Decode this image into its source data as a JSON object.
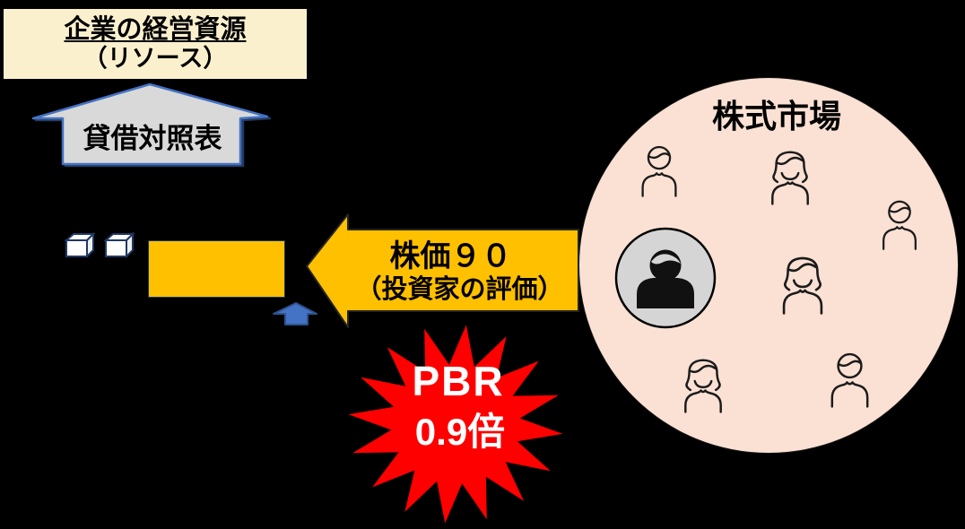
{
  "resource_box": {
    "title": "企業の経営資源",
    "subtitle": "（リソース）",
    "bg_color": "#FBF0CE",
    "border_color": "#000000"
  },
  "balance_sheet_arrow": {
    "label": "貸借対照表",
    "bg_color": "#D9D9D9",
    "border_color": "#4472C4"
  },
  "net_asset_rect": {
    "bg_color": "#FFC000",
    "border_color": "#17375E"
  },
  "blue_up_arrow": {
    "bg_color": "#4472C4",
    "border_color": "#2F528F"
  },
  "price_arrow": {
    "line1": "株価９０",
    "line2": "（投資家の評価）",
    "bg_color": "#FFC000"
  },
  "pbr_burst": {
    "line1": "PBR",
    "line2": "0.9倍",
    "bg_color": "#FF0000",
    "text_color": "#FFFFFF"
  },
  "stock_market": {
    "title": "株式市場",
    "bg_color": "#FAE1D3",
    "participant_icons": [
      "person-male-icon",
      "person-female-icon",
      "person-male-icon",
      "person-female-icon",
      "person-female-icon",
      "person-male-icon"
    ],
    "highlighted_investor_icon": "investor-avatar-icon"
  },
  "misc_icons": [
    "cube-icon",
    "cube-icon",
    "up-arrow-icon",
    "left-arrow-icon"
  ],
  "background_color": "#000000"
}
